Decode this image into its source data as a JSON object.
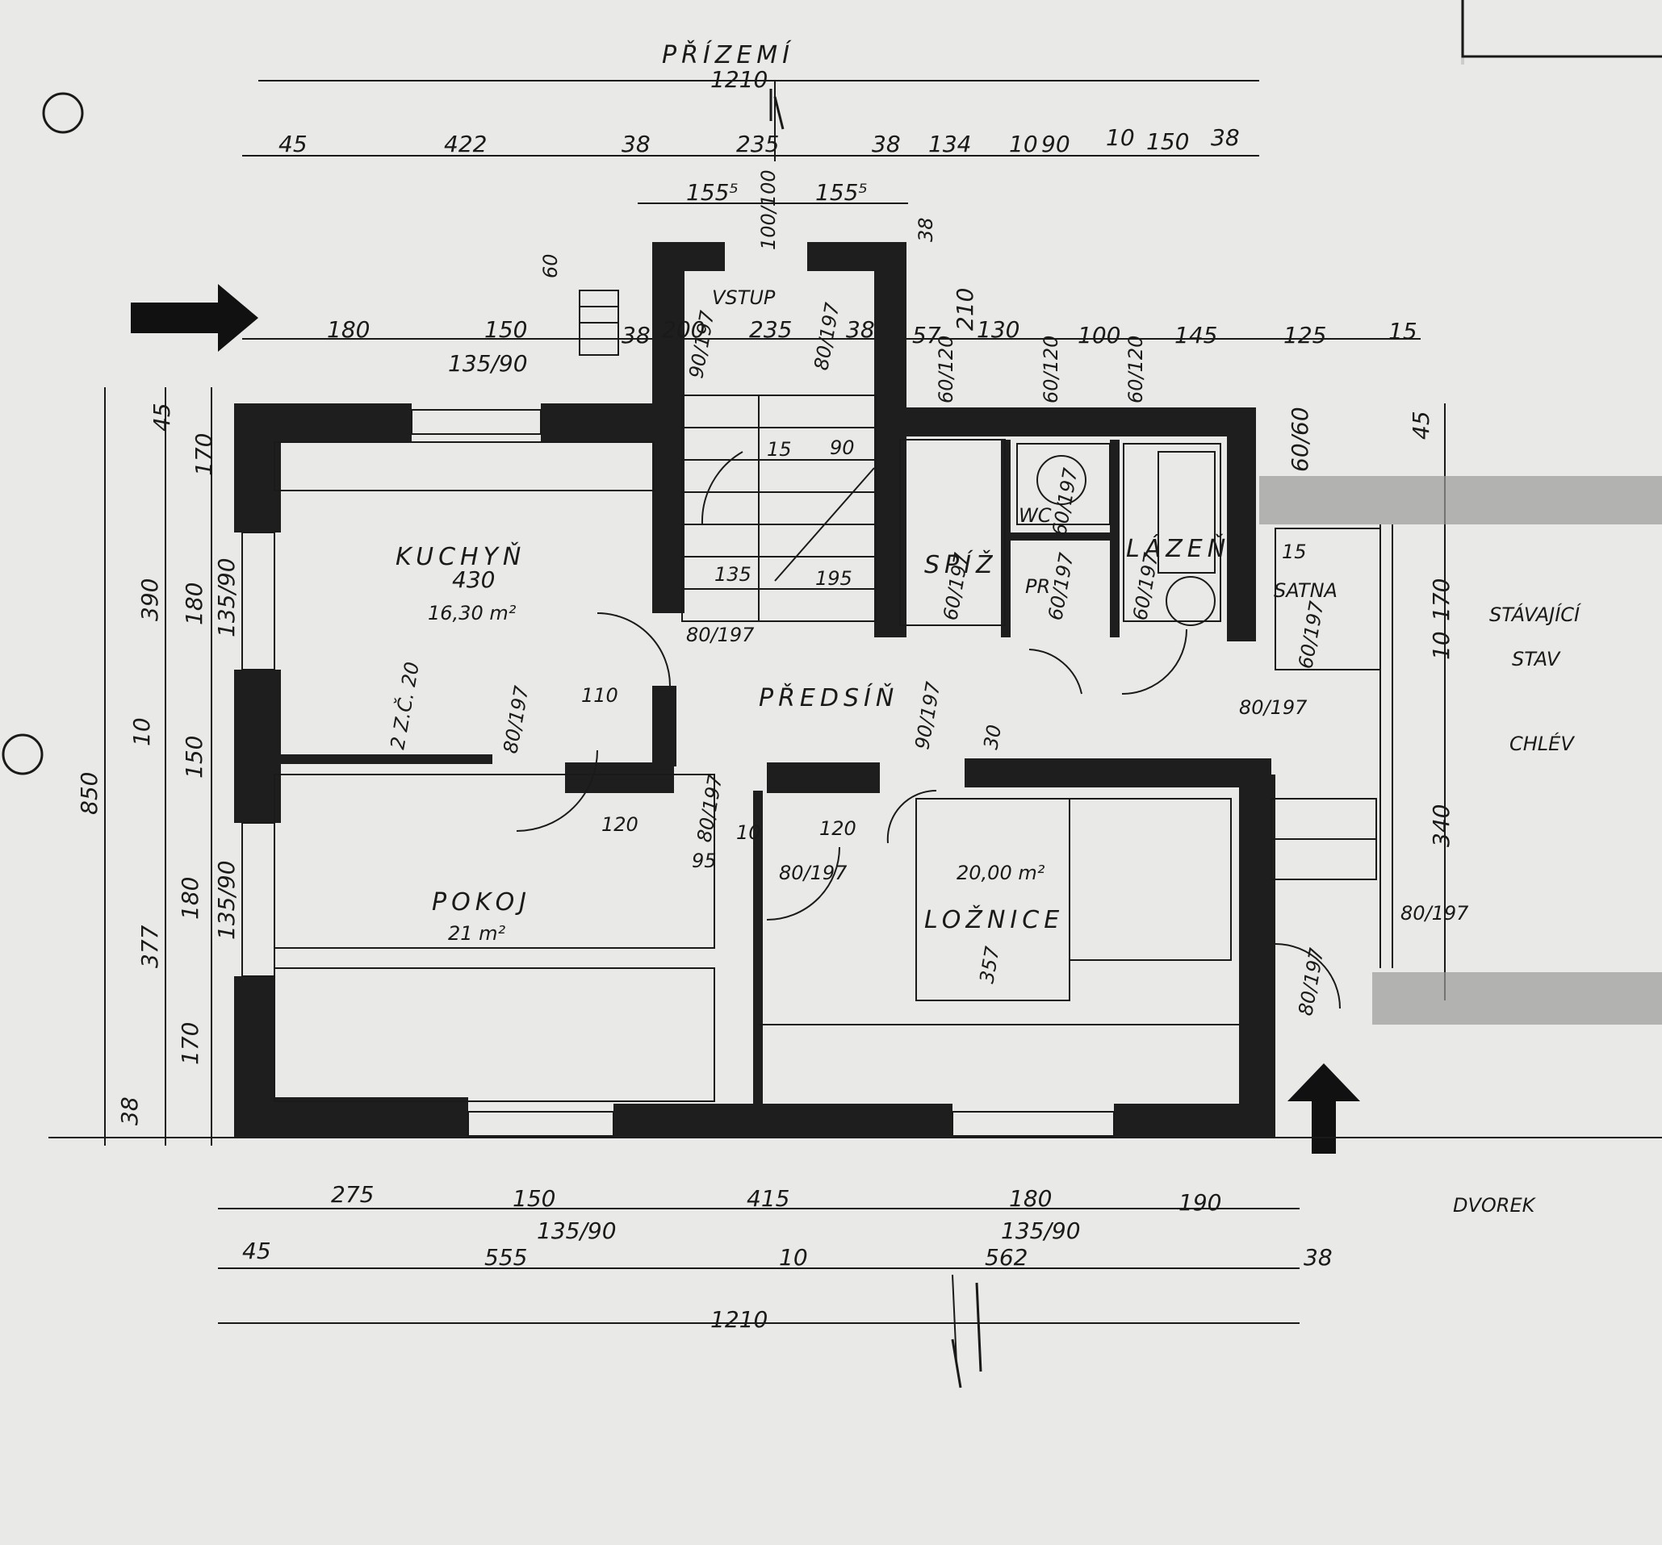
{
  "title": "PŘÍZEMÍ",
  "rooms": {
    "kitchen": "KUCHYŇ",
    "kitchen_height": "430",
    "kitchen_area": "16,30 m²",
    "chimney": "2 Z.Č. 20",
    "living": "POKOJ",
    "living_area": "21 m²",
    "bedroom": "LOŽNICE",
    "bedroom_area": "20,00 m²",
    "bedroom_height": "357",
    "hall": "PŘEDSÍŇ",
    "entrance": "VSTUP",
    "pantry": "SPÍŽ",
    "wc": "WC",
    "laundry": "PR",
    "bathroom": "LÁZEŇ",
    "wardrobe": "SATNA",
    "existing": "STÁVAJÍCÍ",
    "state": "STAV",
    "barn": "CHLÉV",
    "yard": "DVOREK"
  },
  "dims_top": {
    "total": "1210",
    "d45": "45",
    "d422": "422",
    "d38a": "38",
    "d235": "235",
    "d38b": "38",
    "d134": "134",
    "d10a": "10",
    "d90": "90",
    "d10b": "10",
    "d150": "150",
    "d38c": "38",
    "d155a": "155⁵",
    "d155b": "155⁵",
    "d180": "180",
    "d150b": "150",
    "d135_90": "135/90",
    "d57": "57",
    "d130": "130",
    "d100": "100",
    "d145": "145",
    "d125": "125",
    "d15": "15",
    "d38d": "38",
    "d200": "200",
    "d235b": "235",
    "d38e": "38",
    "d210": "210"
  },
  "dims_bottom": {
    "d275": "275",
    "d150": "150",
    "d415": "415",
    "d180": "180",
    "d190": "190",
    "d135_90a": "135/90",
    "d135_90b": "135/90",
    "d45": "45",
    "d555": "555",
    "d10": "10",
    "d562": "562",
    "d38": "38",
    "total": "1210"
  },
  "dims_left": {
    "d850": "850",
    "d390": "390",
    "d377": "377",
    "d45": "45",
    "d170a": "170",
    "d180a": "180",
    "d135_90a": "135/90",
    "d10": "10",
    "d150": "150",
    "d180b": "180",
    "d135_90b": "135/90",
    "d170b": "170",
    "d38": "38"
  },
  "dims_right": {
    "d45": "45",
    "d60_60": "60/60",
    "d10": "10",
    "d170": "170",
    "d340": "340"
  },
  "doors": {
    "d80_197a": "80/197",
    "d80_197b": "80/197",
    "d80_197c": "80/197",
    "d80_197d": "80/197",
    "d80_197e": "80/197",
    "d80_197f": "80/197",
    "d90_197a": "90/197",
    "d90_197b": "90/197",
    "d60_197a": "60/197",
    "d60_197b": "60/197",
    "d60_197c": "60/197",
    "d60_197d": "60/197",
    "d60_197e": "60/197",
    "d80_197g": "80/197",
    "d80_197h": "80/197"
  },
  "inner": {
    "d110": "110",
    "d120a": "120",
    "d120b": "120",
    "d95": "95",
    "d10": "10",
    "d135": "135",
    "d195": "195",
    "d90": "90",
    "d15": "15",
    "d30": "30",
    "d60_120a": "60/120",
    "d60_120b": "60/120",
    "d60_120c": "60/120",
    "d100_100": "100/100",
    "d60": "60",
    "d38": "38",
    "d15b": "15"
  }
}
